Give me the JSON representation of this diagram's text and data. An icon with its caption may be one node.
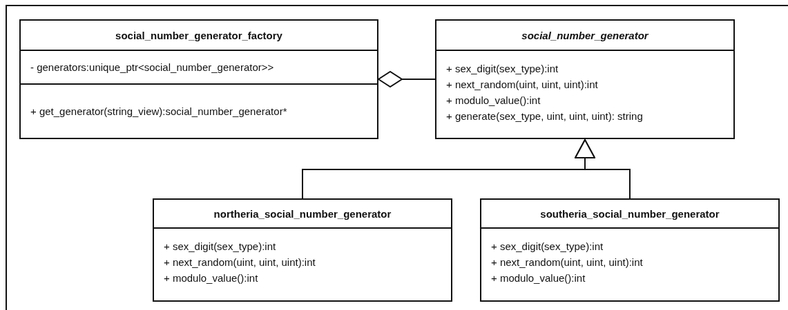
{
  "diagram": {
    "nodes": [
      {
        "text": [
          "social_number_generator_factory",
          "- generators:unique_ptr<social_number_generator>>",
          "+ get_generator(string_view):social_number_generator*"
        ]
      },
      {
        "text": [
          "social_number_generator",
          "+ sex_digit(sex_type):int",
          "+ next_random(uint, uint, uint):int",
          "+ modulo_value():int",
          "+ generate(sex_type, uint, uint, uint): string"
        ]
      },
      {
        "text": [
          "northeria_social_number_generator",
          "+ sex_digit(sex_type):int",
          "+ next_random(uint, uint, uint):int",
          "+ modulo_value():int"
        ]
      },
      {
        "text": [
          "southeria_social_number_generator",
          "+ sex_digit(sex_type):int",
          "+ next_random(uint, uint, uint):int",
          "+ modulo_value():int"
        ]
      }
    ],
    "edges": [
      {
        "from": 1,
        "to": 0,
        "arrow": "other"
      },
      {
        "from": 2,
        "to": 1,
        "arrow": "to"
      },
      {
        "from": 3,
        "to": 1,
        "arrow": "to"
      }
    ]
  }
}
